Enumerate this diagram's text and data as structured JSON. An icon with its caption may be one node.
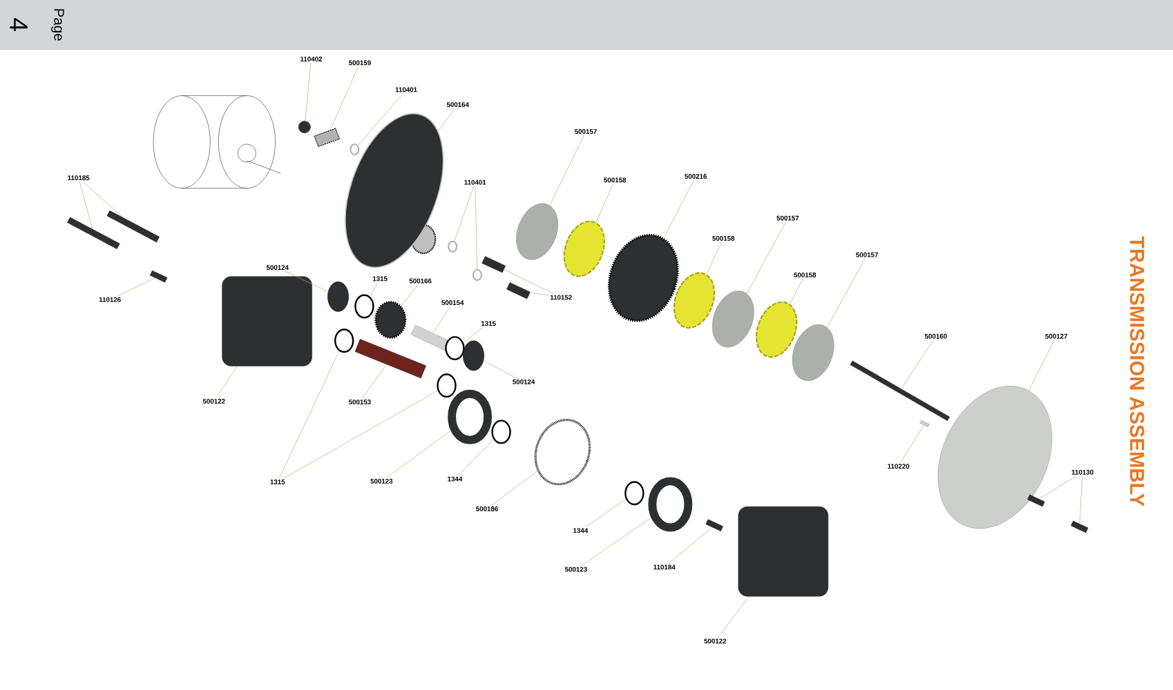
{
  "diagram": {
    "title": "TRANSMISSION ASSEMBLY",
    "nodes": [
      {
        "text": [
          "110402"
        ]
      },
      {
        "text": [],
        "shape": "circle"
      },
      {
        "text": [
          "500159"
        ]
      },
      {
        "text": [],
        "shape": "cylinder"
      },
      {
        "text": [
          "110401"
        ]
      },
      {
        "text": [],
        "shape": "circle"
      },
      {
        "text": [
          "500164"
        ]
      },
      {
        "text": [],
        "shape": "circle"
      },
      {
        "text": [
          "110185"
        ]
      },
      {
        "text": [],
        "shape": "bar"
      },
      {
        "text": [],
        "shape": "bar"
      },
      {
        "text": [
          "110126"
        ]
      },
      {
        "text": [],
        "shape": "bar"
      },
      {
        "text": [
          "110401"
        ]
      },
      {
        "text": [],
        "shape": "circle"
      },
      {
        "text": [],
        "shape": "circle"
      },
      {
        "text": [
          "500157"
        ]
      },
      {
        "text": [],
        "shape": "circle"
      },
      {
        "text": [
          "500158"
        ]
      },
      {
        "text": [],
        "shape": "circle"
      },
      {
        "text": [
          "500216"
        ]
      },
      {
        "text": [],
        "shape": "circle"
      },
      {
        "text": [
          "110152"
        ]
      },
      {
        "text": [],
        "shape": "bar"
      },
      {
        "text": [],
        "shape": "bar"
      },
      {
        "text": [
          "500124"
        ]
      },
      {
        "text": [],
        "shape": "circle"
      },
      {
        "text": [
          "1315"
        ]
      },
      {
        "text": [],
        "shape": "circle"
      },
      {
        "text": [
          "500166"
        ]
      },
      {
        "text": [],
        "shape": "circle"
      },
      {
        "text": [
          "500154"
        ]
      },
      {
        "text": [],
        "shape": "bar"
      },
      {
        "text": [
          "1315"
        ]
      },
      {
        "text": [],
        "shape": "circle"
      },
      {
        "text": [
          "500124"
        ]
      },
      {
        "text": [],
        "shape": "circle"
      },
      {
        "text": [
          "500122"
        ]
      },
      {
        "text": [],
        "shape": "box"
      },
      {
        "text": [
          "500153"
        ]
      },
      {
        "text": [],
        "shape": "bar"
      },
      {
        "text": [
          "1315"
        ]
      },
      {
        "text": [],
        "shape": "circle"
      },
      {
        "text": [],
        "shape": "circle"
      },
      {
        "text": [
          "500123"
        ]
      },
      {
        "text": [],
        "shape": "circle"
      },
      {
        "text": [
          "1344"
        ]
      },
      {
        "text": [],
        "shape": "circle"
      },
      {
        "text": [
          "500186"
        ]
      },
      {
        "text": [],
        "shape": "circle"
      },
      {
        "text": [
          "500158"
        ]
      },
      {
        "text": [],
        "shape": "circle"
      },
      {
        "text": [
          "500157"
        ]
      },
      {
        "text": [],
        "shape": "circle"
      },
      {
        "text": [
          "500158"
        ]
      },
      {
        "text": [],
        "shape": "circle"
      },
      {
        "text": [
          "500157"
        ]
      },
      {
        "text": [],
        "shape": "circle"
      },
      {
        "text": [
          "1344"
        ]
      },
      {
        "text": [],
        "shape": "circle"
      },
      {
        "text": [
          "500123"
        ]
      },
      {
        "text": [],
        "shape": "circle"
      },
      {
        "text": [
          "110184"
        ]
      },
      {
        "text": [],
        "shape": "bar"
      },
      {
        "text": [
          "500122"
        ]
      },
      {
        "text": [],
        "shape": "box"
      },
      {
        "text": [
          "500160"
        ]
      },
      {
        "text": [],
        "shape": "bar"
      },
      {
        "text": [
          "500127"
        ]
      },
      {
        "text": [],
        "shape": "circle"
      },
      {
        "text": [
          "110220"
        ]
      },
      {
        "text": [],
        "shape": "bar"
      },
      {
        "text": [
          "110130"
        ]
      },
      {
        "text": [],
        "shape": "bar"
      },
      {
        "text": [],
        "shape": "bar"
      }
    ],
    "edges": [
      {
        "from": 0,
        "to": 1,
        "arrow": "none"
      },
      {
        "from": 2,
        "to": 3,
        "arrow": "none"
      },
      {
        "from": 4,
        "to": 5,
        "arrow": "none"
      },
      {
        "from": 6,
        "to": 7,
        "arrow": "none"
      },
      {
        "from": 8,
        "to": 9,
        "arrow": "none"
      },
      {
        "from": 8,
        "to": 10,
        "arrow": "none"
      },
      {
        "from": 11,
        "to": 12,
        "arrow": "none"
      },
      {
        "from": 13,
        "to": 14,
        "arrow": "none"
      },
      {
        "from": 13,
        "to": 15,
        "arrow": "none"
      },
      {
        "from": 16,
        "to": 17,
        "arrow": "none"
      },
      {
        "from": 18,
        "to": 19,
        "arrow": "none"
      },
      {
        "from": 20,
        "to": 21,
        "arrow": "none"
      },
      {
        "from": 22,
        "to": 23,
        "arrow": "none"
      },
      {
        "from": 22,
        "to": 24,
        "arrow": "none"
      },
      {
        "from": 25,
        "to": 26,
        "arrow": "none"
      },
      {
        "from": 27,
        "to": 28,
        "arrow": "none"
      },
      {
        "from": 29,
        "to": 30,
        "arrow": "none"
      },
      {
        "from": 31,
        "to": 32,
        "arrow": "none"
      },
      {
        "from": 33,
        "to": 34,
        "arrow": "none"
      },
      {
        "from": 35,
        "to": 36,
        "arrow": "none"
      },
      {
        "from": 37,
        "to": 38,
        "arrow": "none"
      },
      {
        "from": 39,
        "to": 40,
        "arrow": "none"
      },
      {
        "from": 41,
        "to": 42,
        "arrow": "none"
      },
      {
        "from": 41,
        "to": 43,
        "arrow": "none"
      },
      {
        "from": 44,
        "to": 45,
        "arrow": "none"
      },
      {
        "from": 46,
        "to": 47,
        "arrow": "none"
      },
      {
        "from": 48,
        "to": 49,
        "arrow": "none"
      },
      {
        "from": 50,
        "to": 51,
        "arrow": "none"
      },
      {
        "from": 52,
        "to": 53,
        "arrow": "none"
      },
      {
        "from": 54,
        "to": 55,
        "arrow": "none"
      },
      {
        "from": 56,
        "to": 57,
        "arrow": "none"
      },
      {
        "from": 58,
        "to": 59,
        "arrow": "none"
      },
      {
        "from": 60,
        "to": 61,
        "arrow": "none"
      },
      {
        "from": 62,
        "to": 63,
        "arrow": "none"
      },
      {
        "from": 64,
        "to": 65,
        "arrow": "none"
      },
      {
        "from": 66,
        "to": 67,
        "arrow": "none"
      },
      {
        "from": 68,
        "to": 69,
        "arrow": "none"
      },
      {
        "from": 70,
        "to": 71,
        "arrow": "none"
      },
      {
        "from": 72,
        "to": 73,
        "arrow": "none"
      },
      {
        "from": 72,
        "to": 74,
        "arrow": "none"
      }
    ],
    "labels": [
      "4",
      "Page"
    ]
  }
}
